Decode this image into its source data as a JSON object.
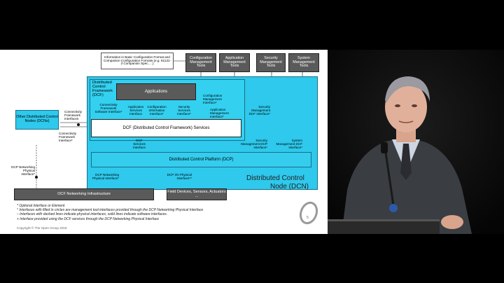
{
  "slide": {
    "note_box": "Information in Basic Configuration Format and Companion Configuration Formats (e.g. 61131-3 Companion Spec, ...)",
    "tools": {
      "configuration": "Configuration Management Tools",
      "application": "Application Management Tools",
      "security": "Security Management Tools",
      "system": "System Management Tools"
    },
    "dcf_label": "Distributed Control Framework (DCF)",
    "applications": "Applications",
    "interfaces": {
      "connectivity_sw": "Connectivity Framework Software Interface*",
      "app_services": "Application Services Interface",
      "config_info": "Configuration Information Interface*",
      "security_services": "Security Services Interface*",
      "config_mgmt": "Configuration Management Interface*",
      "app_mgmt": "Application Management Interface*",
      "security_mgmt": "Security Management DCF Interface*",
      "security_mgmt2": "Security Management DCP Interface*",
      "system_mgmt": "System Management DCF Interface*",
      "connectivity_iface": "Connectivity Framework Interfaces",
      "connectivity_iface2": "Connectivity Framework Interface*",
      "dcf_services": "DCF Services Interface",
      "dcp_networking": "DCP Networking Physical Interface*",
      "dcp_io": "DCP I/O Physical Interface**",
      "dcp_networking_left": "DCP Networking Physical Interface*"
    },
    "other_dcn": "Other Distributed Control Nodes (DCNs)",
    "dcf_services": "DCF (Distributed Control Framework) Services",
    "dcp": "Distributed Control Platform (DCP)",
    "dcn_title_1": "Distributed Control",
    "dcn_title_2": "Node (DCN)",
    "ocf_infra": "OCF Networking Infrastructure",
    "field_devices": "Field Devices, Sensors, Actuators ...",
    "legend": [
      "*  Optional Interface or Element",
      "°  Interfaces with filled in circles are management tool interfaces provided through the DCP Networking Physical Interface",
      "–  Interfaces with dashed lines indicate physical interfaces, solid lines indicate software interfaces.",
      "+  Interface provided using the DCF services through the DCP Networking Physical Interface"
    ],
    "copyright": "Copyright © The Open Group 2019",
    "page_number": "5"
  },
  "colors": {
    "cyan": "#2ec9ec",
    "dark_box": "#5a5a5a"
  }
}
